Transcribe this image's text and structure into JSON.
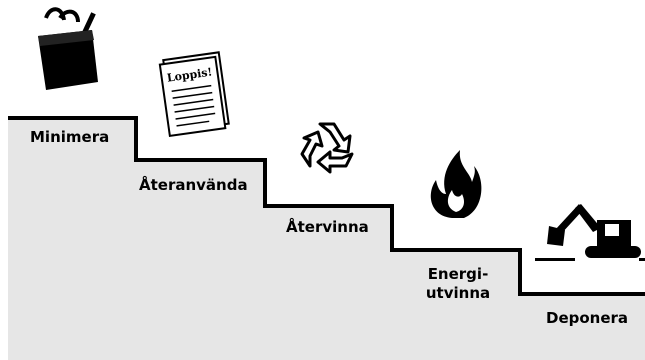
{
  "diagram": {
    "steps": [
      {
        "label": "Minimera",
        "icon": "shopping-bag-icon"
      },
      {
        "label": "Återanvända",
        "icon": "shopping-list-icon"
      },
      {
        "label": "Återvinna",
        "icon": "recycle-icon"
      },
      {
        "label": "Energi-\nutvinna",
        "icon": "flame-icon"
      },
      {
        "label": "Deponera",
        "icon": "excavator-icon"
      }
    ],
    "colors": {
      "staircase_fill": "#e6e6e6",
      "staircase_stroke": "#000000",
      "icon_fill": "#000000"
    }
  },
  "icons": {
    "shopping_list_text": "Loppis!"
  }
}
